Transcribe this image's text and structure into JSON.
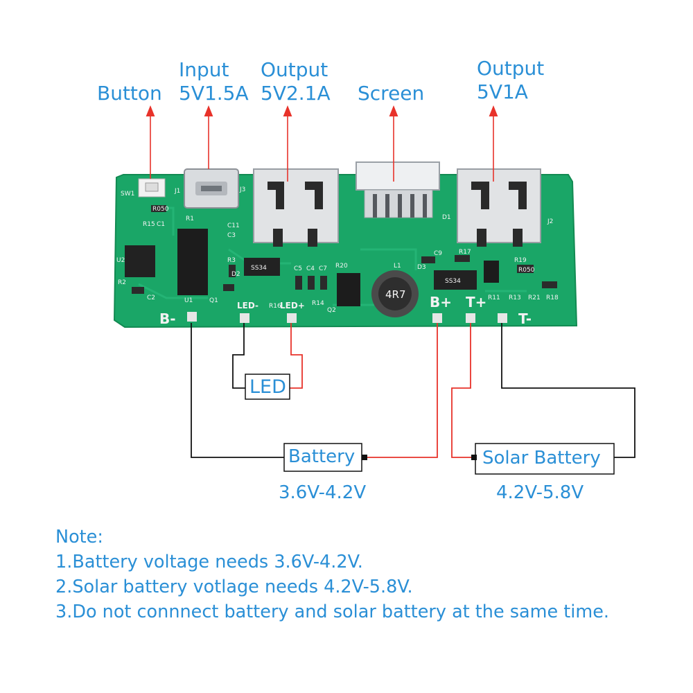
{
  "labels": {
    "button": "Button",
    "input_title": "Input",
    "input_value": "5V1.5A",
    "output_left_title": "Output",
    "output_left_value": "5V2.1A",
    "screen": "Screen",
    "output_right_title": "Output",
    "output_right_value": "5V1A",
    "led": "LED",
    "battery": "Battery",
    "battery_voltage": "3.6V-4.2V",
    "solar_battery": "Solar Battery",
    "solar_voltage": "4.2V-5.8V"
  },
  "pins": {
    "b_minus": "B-",
    "led_minus": "LED-",
    "led_plus": "LED+",
    "b_plus": "B+",
    "t_plus": "T+",
    "t_minus": "T-"
  },
  "board_marks": {
    "sw1": "SW1",
    "j1": "J1",
    "j3": "J3",
    "j2": "J2",
    "d1": "D1",
    "u1": "U1",
    "u2": "U2",
    "l1": "L1",
    "inductor": "4R7",
    "ss34_a": "SS34",
    "ss34_b": "SS34",
    "r050_a": "R050",
    "r050_b": "R050",
    "c11": "C11",
    "c3": "C3",
    "c5": "C5",
    "c4": "C4",
    "c7": "C7",
    "r20": "R20",
    "c9": "C9",
    "r17": "R17",
    "r19": "R19",
    "d2": "D2",
    "d3": "D3",
    "q1": "Q1",
    "q2": "Q2",
    "r11": "R11",
    "r13": "R13",
    "r21": "R21",
    "r18": "R18",
    "r3": "R3",
    "r1": "R1",
    "r2": "R2",
    "c2": "C2",
    "r15": "R15",
    "c1": "C1",
    "r16": "R16",
    "r14": "R14"
  },
  "notes": {
    "heading": "Note:",
    "items": [
      "1.Battery voltage needs 3.6V-4.2V.",
      "2.Solar battery votlage needs 4.2V-5.8V.",
      "3.Do not connnect battery and solar battery at the same time."
    ]
  },
  "colors": {
    "label_blue": "#2a8fd6",
    "board_green": "#1aa667",
    "wire_black": "#111111",
    "wire_red": "#e8322a"
  }
}
